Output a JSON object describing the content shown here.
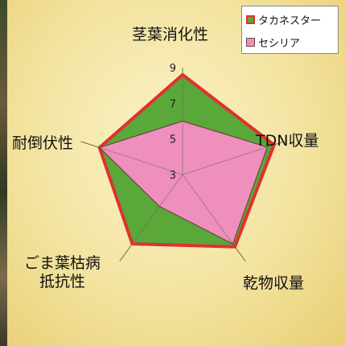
{
  "chart_data": {
    "type": "radar",
    "axes": [
      "茎葉消化性",
      "TDN収量",
      "乾物収量",
      "ごま葉枯病\n抵抗性",
      "耐倒伏性"
    ],
    "ticks": [
      3,
      5,
      7,
      9
    ],
    "rlim": [
      3,
      9
    ],
    "grid": false,
    "legend_position": "top-right",
    "series": [
      {
        "name": "タカネスター",
        "values": [
          8.6,
          8.4,
          8.0,
          7.8,
          7.9
        ],
        "fill": "#5aa73a",
        "stroke": "#e0312d"
      },
      {
        "name": "セシリア",
        "values": [
          6.0,
          8.0,
          7.8,
          5.2,
          7.9
        ],
        "fill": "#ee8fbd",
        "stroke": "#6a4a3a"
      }
    ]
  }
}
